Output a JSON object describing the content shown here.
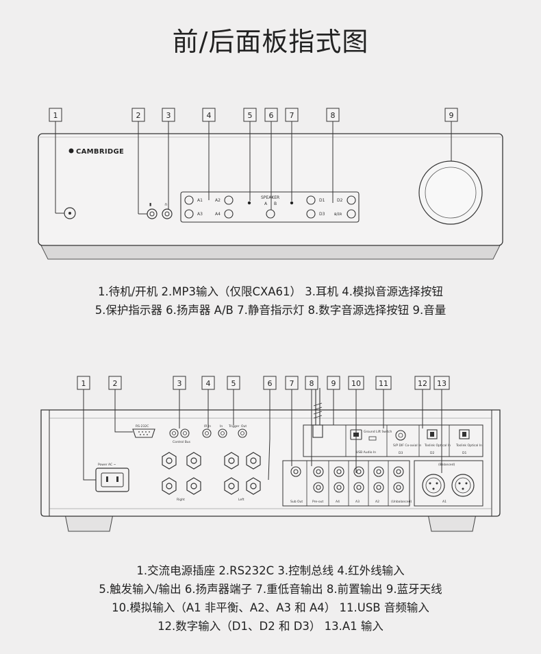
{
  "title": "前/后面板指式图",
  "front": {
    "brand": "CAMBRIDGE",
    "callouts": [
      "1",
      "2",
      "3",
      "4",
      "5",
      "6",
      "7",
      "8",
      "9"
    ],
    "labels": {
      "a1": "A1",
      "a2": "A2",
      "a3": "A3",
      "a4": "A4",
      "speaker": "SPEAKER",
      "a": "A",
      "b": "B",
      "d1": "D1",
      "d2": "D2",
      "d3": "D3",
      "bt": "ʙ/ɪʀ"
    },
    "caption_line1": "1.待机/开机  2.MP3输入（仅限CXA61）  3.耳机  4.模拟音源选择按钮",
    "caption_line2": "5.保护指示器  6.扬声器 A/B  7.静音指示灯  8.数字音源选择按钮  9.音量"
  },
  "rear": {
    "callouts": [
      "1",
      "2",
      "3",
      "4",
      "5",
      "6",
      "7",
      "8",
      "9",
      "10",
      "11",
      "12",
      "13"
    ],
    "labels": {
      "power": "Power AC ~",
      "rs232": "RS-232C",
      "control_bus": "Control Bus",
      "ir_in": "IR In",
      "trigger": "Trigger",
      "in": "In",
      "out": "Out",
      "right": "Right",
      "left": "Left",
      "sub_out": "Sub Out",
      "pre_out": "Pre-out",
      "a4": "A4",
      "a3": "A3",
      "a2": "A2",
      "unbalanced": "(Unbalanced)",
      "balanced": "(Balanced)",
      "usb_audio": "USB Audio In",
      "ground": "Ground Lift Switch",
      "d1": "D1",
      "d2": "D2",
      "d3": "D3",
      "spdif": "S/P DIF Co-axial In",
      "toslink": "Toslink Optical In",
      "a1": "A1"
    },
    "caption_line1": "1.交流电源插座  2.RS232C  3.控制总线  4.红外线输入",
    "caption_line2": "5.触发输入/输出  6.扬声器端子  7.重低音输出  8.前置输出  9.蓝牙天线",
    "caption_line3": "10.模拟输入（A1 非平衡、A2、A3 和 A4）   11.USB 音频输入",
    "caption_line4": "12.数字输入（D1、D2 和 D3）  13.A1 输入"
  }
}
